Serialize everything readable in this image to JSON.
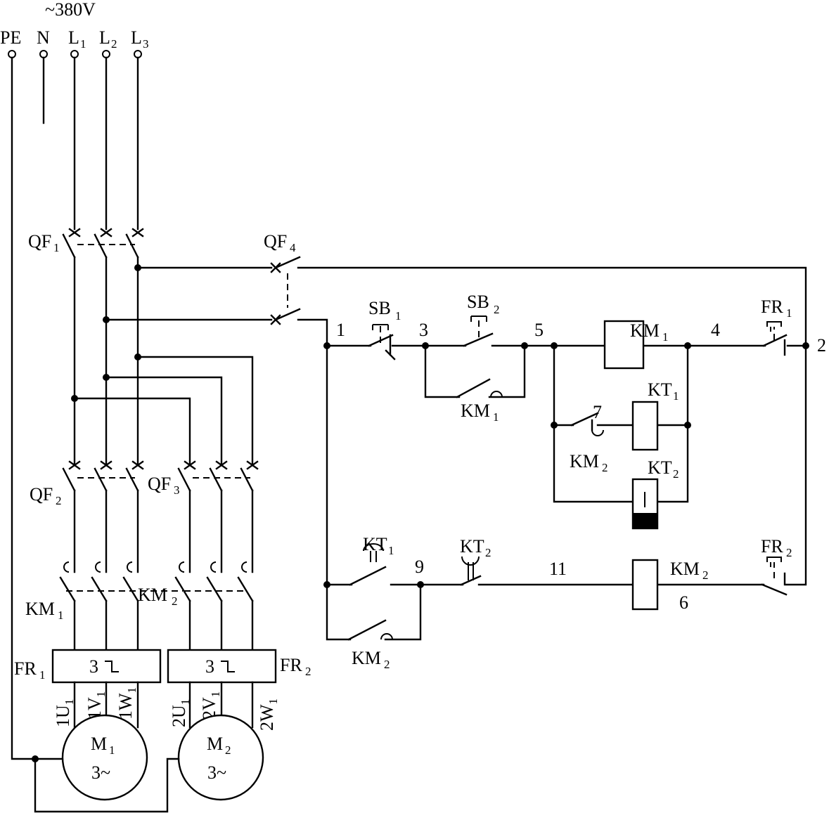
{
  "supply": {
    "voltage": "~380V",
    "terminals": [
      "PE",
      "N",
      "L1",
      "L2",
      "L3"
    ]
  },
  "breakers": [
    "QF1",
    "QF2",
    "QF3",
    "QF4"
  ],
  "contactors_main": [
    "KM1",
    "KM2"
  ],
  "overloads": {
    "fr1": {
      "base": "FR",
      "sub": "1",
      "poles": "3"
    },
    "fr2": {
      "base": "FR",
      "sub": "2",
      "poles": "3"
    }
  },
  "motors": [
    {
      "base": "M",
      "sub": "1",
      "phase": "3~",
      "windings": [
        "1U1",
        "1V1",
        "1W1"
      ]
    },
    {
      "base": "M",
      "sub": "2",
      "phase": "3~",
      "windings": [
        "2U1",
        "2V1",
        "2W1"
      ]
    }
  ],
  "control": {
    "node_numbers": [
      "1",
      "3",
      "5",
      "4",
      "2",
      "7",
      "9",
      "11",
      "6"
    ],
    "devices": [
      "SB1",
      "SB2",
      "KM1",
      "FR1",
      "KT1",
      "KM2",
      "KT2",
      "FR2"
    ]
  }
}
